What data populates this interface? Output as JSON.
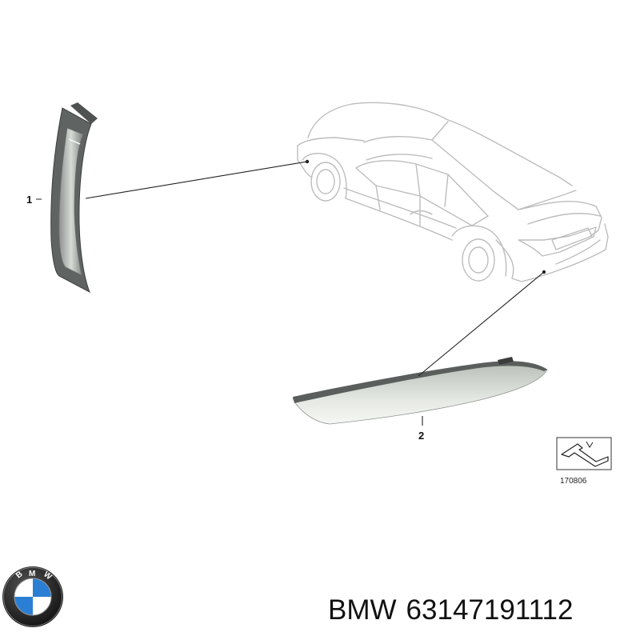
{
  "parts": [
    {
      "callout": "1"
    },
    {
      "callout": "2"
    }
  ],
  "reference_number": "170806",
  "brand": "BMW",
  "part_number": "63147191112",
  "logo": {
    "text": "BMW",
    "colors": {
      "ring": "#111111",
      "blue": "#2a7fd4",
      "white": "#ffffff"
    }
  }
}
